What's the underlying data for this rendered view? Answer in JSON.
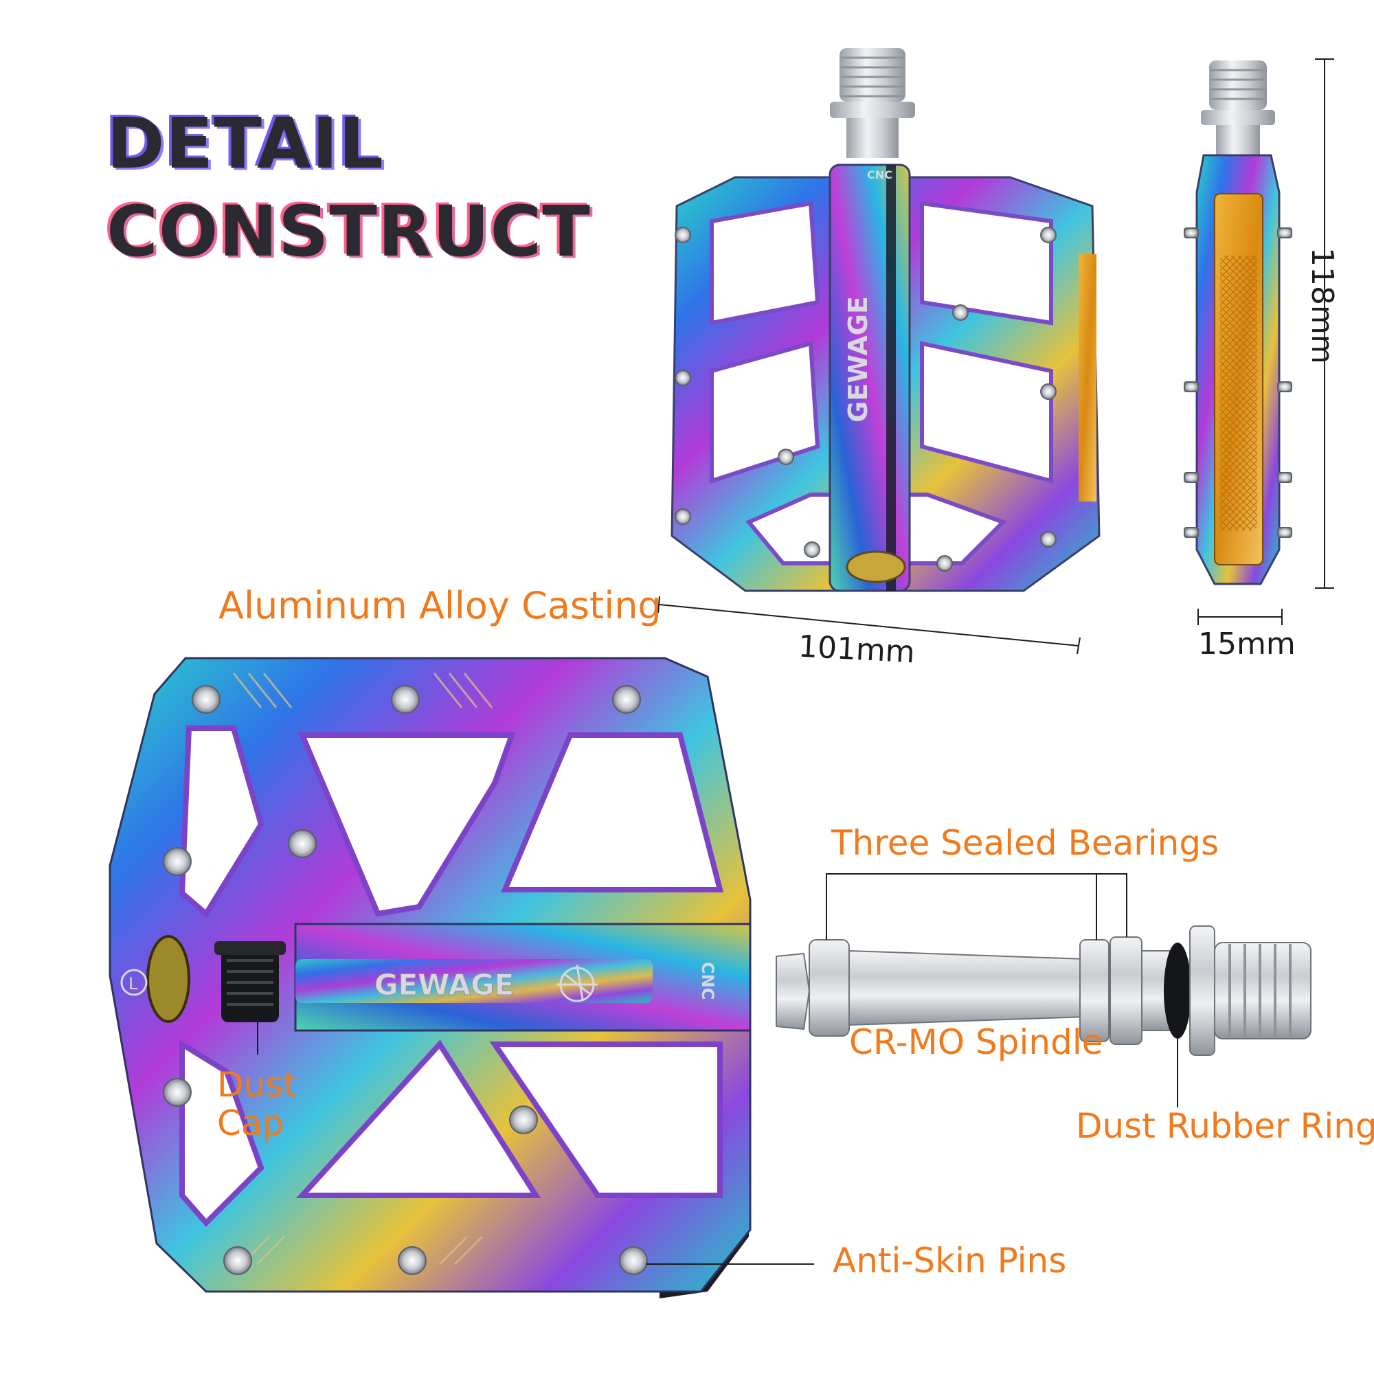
{
  "header": {
    "line1": "DETAIL",
    "line2": "CONSTRUCT"
  },
  "brand": {
    "name": "GEWAGE",
    "cnc": "CNC",
    "side_mark": "L"
  },
  "dimensions": {
    "width": "101mm",
    "height": "118mm",
    "thickness": "15mm"
  },
  "labels": {
    "casting": "Aluminum Alloy Casting",
    "bearings": "Three Sealed Bearings",
    "spindle": "CR-MO Spindle",
    "rubber_ring": "Dust Rubber Ring",
    "dust_cap_1": "Dust",
    "dust_cap_2": "Cap",
    "pins": "Anti-Skin Pins"
  },
  "colors": {
    "label": "#f07a1c",
    "title_ink": "#2b2a33",
    "title_shadow_1": "#6f5bea",
    "title_shadow_2": "#ff5f86",
    "oil_slick_1": "#2ad3c8",
    "oil_slick_2": "#2f74e8",
    "oil_slick_3": "#b23bd8",
    "oil_slick_4": "#e7c23a",
    "steel": "#c9ccd1",
    "reflector": "#e8a21c"
  }
}
